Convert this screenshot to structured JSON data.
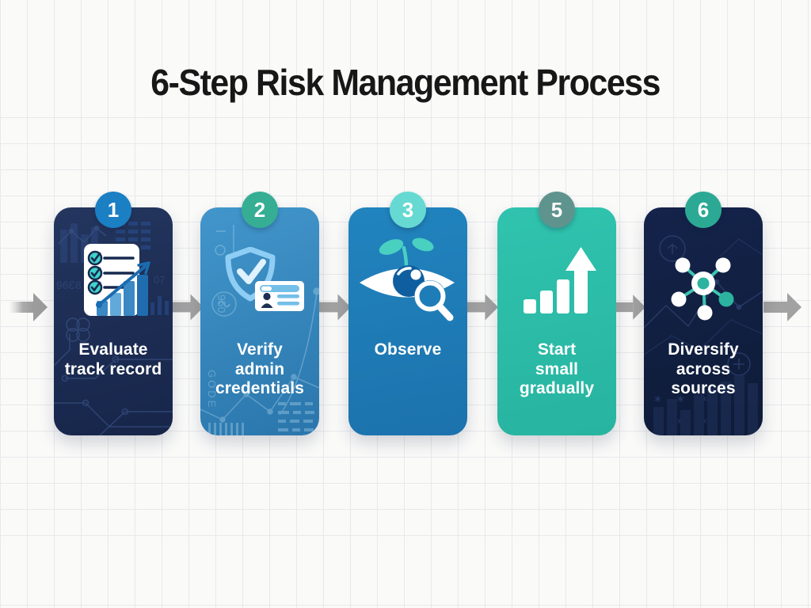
{
  "title": "6-Step Risk Management Process",
  "palette": {
    "background": "#fafaf9",
    "grid_line": "#e8e9ec",
    "title_color": "#171717",
    "arrow_color": "#a2a2a2",
    "step_text_color": "#ffffff"
  },
  "flow": {
    "direction": "left-to-right",
    "arrow_count": 6
  },
  "steps": [
    {
      "number": "1",
      "label": "Evaluate track record",
      "lines": [
        "Evaluate",
        "track record"
      ],
      "icon": "checklist-growth-chart-icon",
      "card_color": "#1d2e55",
      "badge_color": "#1b7fc4",
      "texture_text": "07"
    },
    {
      "number": "2",
      "label": "Verify admin credentials",
      "lines": [
        "Verify",
        "admin",
        "credentials"
      ],
      "icon": "shield-id-card-icon",
      "card_color": "#3189c0",
      "badge_color": "#35ae94",
      "texture_text": "GODE"
    },
    {
      "number": "3",
      "label": "Observe",
      "lines": [
        "Observe"
      ],
      "icon": "eye-sprout-magnifier-icon",
      "card_color": "#1e7cb8",
      "badge_color": "#66d9d2"
    },
    {
      "number": "5",
      "label": "Start small gradually",
      "lines": [
        "Start",
        "small",
        "gradually"
      ],
      "icon": "growth-bars-up-arrow-icon",
      "card_color": "#2dc0ac",
      "badge_color": "#5f938e"
    },
    {
      "number": "6",
      "label": "Diversify across sources",
      "lines": [
        "Diversify",
        "across",
        "sources"
      ],
      "icon": "network-nodes-icon",
      "card_color": "#101d3c",
      "badge_color": "#2ba995"
    }
  ]
}
